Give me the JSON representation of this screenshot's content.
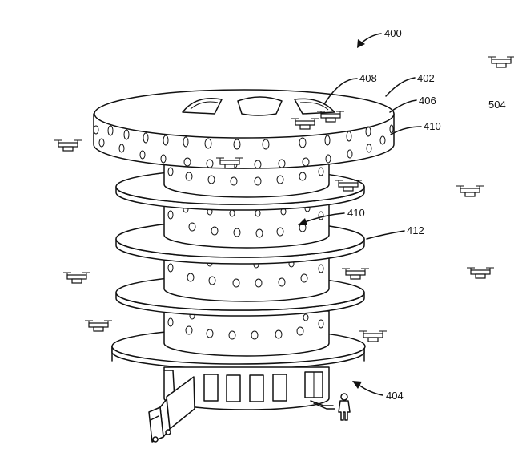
{
  "labels": {
    "system": "400",
    "top_disc": "402",
    "ground": "404",
    "roof_edge": "406",
    "roof_window": "408",
    "hole_upper": "410",
    "hole_mid": "410",
    "shelf": "412",
    "edge": "504"
  }
}
